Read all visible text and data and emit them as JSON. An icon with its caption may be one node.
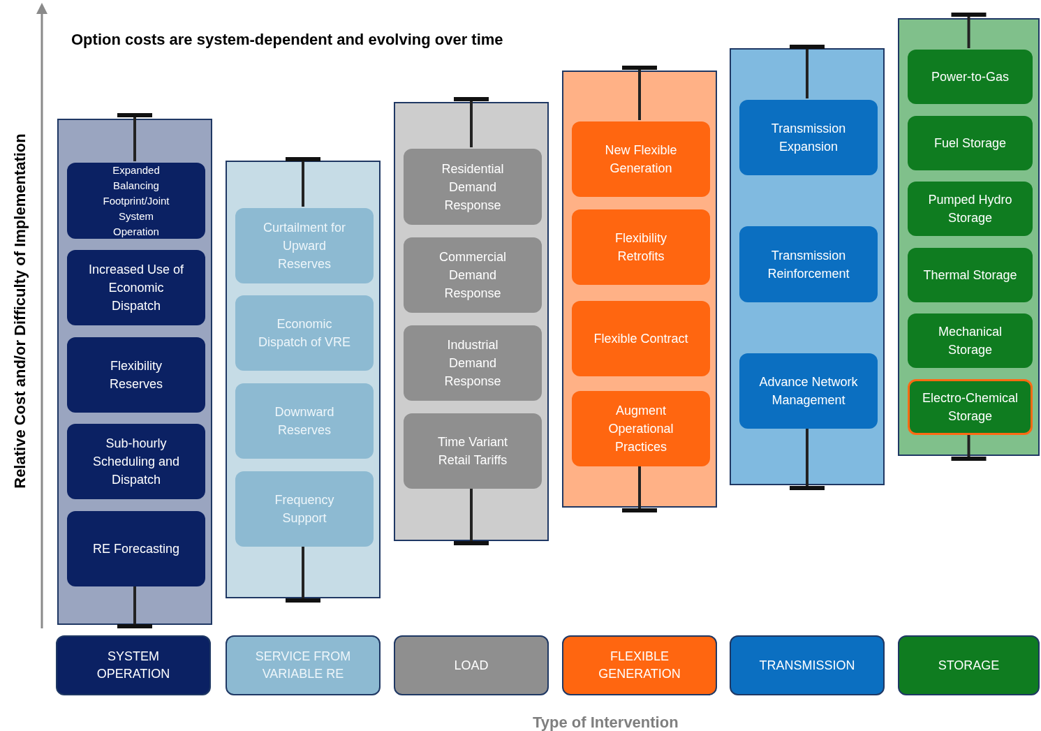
{
  "diagram": {
    "title": "Option costs are system-dependent and evolving over time",
    "nodes": [
      {
        "text": [],
        "shape": "box"
      },
      {
        "text": [
          "Expanded Balancing Footprint/Joint System Operation"
        ],
        "in": 0
      },
      {
        "text": [
          "Increased Use of Economic Dispatch"
        ],
        "in": 0
      },
      {
        "text": [
          "Flexibility Reserves"
        ],
        "in": 0
      },
      {
        "text": [
          "Sub-hourly Scheduling and Dispatch"
        ],
        "in": 0
      },
      {
        "text": [
          "RE Forecasting"
        ],
        "in": 0
      },
      {
        "text": [],
        "shape": "box"
      },
      {
        "text": [
          "Curtailment for Upward Reserves"
        ],
        "in": 6
      },
      {
        "text": [
          "Economic Dispatch of VRE"
        ],
        "in": 6
      },
      {
        "text": [
          "Downward Reserves"
        ],
        "in": 6
      },
      {
        "text": [
          "Frequency Support"
        ],
        "in": 6
      },
      {
        "text": [],
        "shape": "box"
      },
      {
        "text": [
          "Residential Demand Response"
        ],
        "in": 11
      },
      {
        "text": [
          "Commercial Demand Response"
        ],
        "in": 11
      },
      {
        "text": [
          "Industrial Demand Response"
        ],
        "in": 11
      },
      {
        "text": [
          "Time Variant Retail Tariffs"
        ],
        "in": 11
      },
      {
        "text": [],
        "shape": "box"
      },
      {
        "text": [
          "New Flexible Generation"
        ],
        "in": 16
      },
      {
        "text": [
          "Flexibility Retrofits"
        ],
        "in": 16
      },
      {
        "text": [
          "Flexible Contract"
        ],
        "in": 16
      },
      {
        "text": [
          "Augment Operational Practices"
        ],
        "in": 16
      },
      {
        "text": [],
        "shape": "box"
      },
      {
        "text": [
          "Transmission Expansion"
        ],
        "in": 21
      },
      {
        "text": [
          "Transmission Reinforcement"
        ],
        "in": 21
      },
      {
        "text": [
          "Advance Network Management"
        ],
        "in": 21
      },
      {
        "text": [],
        "shape": "box"
      },
      {
        "text": [
          "Power-to-Gas"
        ],
        "in": 25
      },
      {
        "text": [
          "Fuel Storage"
        ],
        "in": 25
      },
      {
        "text": [
          "Pumped Hydro Storage"
        ],
        "in": 25
      },
      {
        "text": [
          "Thermal Storage"
        ],
        "in": 25
      },
      {
        "text": [
          "Mechanical Storage"
        ],
        "in": 25
      },
      {
        "text": [
          "Electro-Chemical Storage"
        ],
        "in": 25
      },
      {
        "text": [
          "SYSTEM OPERATION"
        ]
      },
      {
        "text": [
          "SERVICE FROM VARIABLE RE"
        ]
      },
      {
        "text": [
          "LOAD"
        ]
      },
      {
        "text": [
          "FLEXIBLE GENERATION"
        ]
      },
      {
        "text": [
          "TRANSMISSION"
        ]
      },
      {
        "text": [
          "STORAGE"
        ]
      }
    ],
    "labels": [
      "Relative Cost and/or Difficulty of Implementation",
      "Type of Intervention"
    ]
  }
}
